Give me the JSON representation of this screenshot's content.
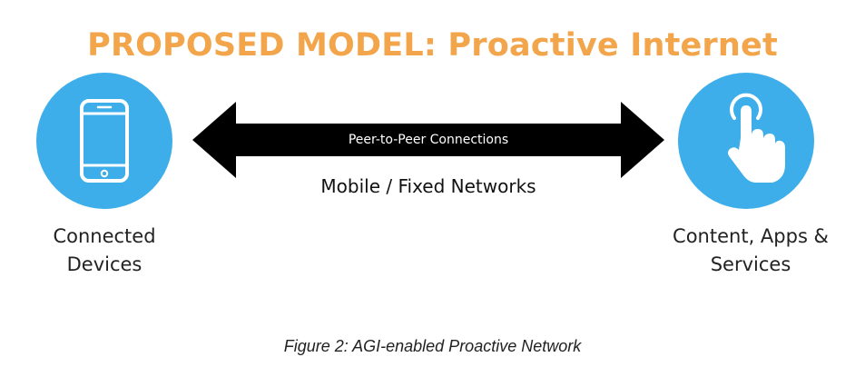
{
  "title": "PROPOSED MODEL: Proactive Internet",
  "colors": {
    "title": "#f2a54a",
    "circle": "#3daee9",
    "arrow": "#000000",
    "icon": "#ffffff"
  },
  "left_node": {
    "icon": "smartphone-icon",
    "label_lines": [
      "Connected",
      "Devices"
    ]
  },
  "right_node": {
    "icon": "touch-hand-icon",
    "label_lines": [
      "Content, Apps &",
      "Services"
    ]
  },
  "arrow": {
    "label": "Peer-to-Peer Connections"
  },
  "networks_label": "Mobile / Fixed Networks",
  "caption": "Figure 2: AGI-enabled Proactive Network"
}
